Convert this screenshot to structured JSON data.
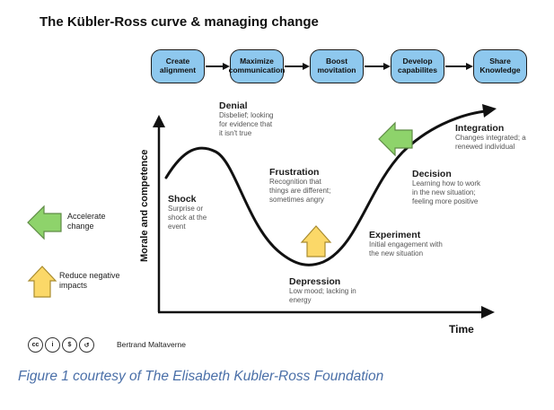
{
  "title": "The Kübler-Ross curve & managing change",
  "steps": [
    {
      "label": "Create alignment"
    },
    {
      "label": "Maximize communication"
    },
    {
      "label": "Boost movitation"
    },
    {
      "label": "Develop capabilites"
    },
    {
      "label": "Share Knowledge"
    }
  ],
  "axes": {
    "y_label": "Morale and competence",
    "x_label": "Time"
  },
  "stages": {
    "shock": {
      "title": "Shock",
      "desc": "Surprise or shock at the event"
    },
    "denial": {
      "title": "Denial",
      "desc": "Disbelief; looking for evidence that it isn't true"
    },
    "frustration": {
      "title": "Frustration",
      "desc": "Recognition that things are different; sometimes angry"
    },
    "depression": {
      "title": "Depression",
      "desc": "Low mood; lacking in energy"
    },
    "experiment": {
      "title": "Experiment",
      "desc": "Initial engagement with the new situation"
    },
    "decision": {
      "title": "Decision",
      "desc": "Learning how to work in the new situation; feeling more positive"
    },
    "integration": {
      "title": "Integration",
      "desc": "Changes integrated; a renewed individual"
    }
  },
  "legend": {
    "accelerate": "Accelerate change",
    "reduce": "Reduce negative impacts"
  },
  "colors": {
    "step_fill": "#8ec8ee",
    "green_arrow": "#8ed36b",
    "yellow_arrow": "#fbd868",
    "caption": "#4a6fa8"
  },
  "credit": {
    "icons": [
      "cc-icon",
      "by-icon",
      "nc-icon",
      "sa-icon"
    ],
    "cc": "cc",
    "by": "i",
    "nc": "$",
    "sa": "↺",
    "author": "Bertrand Maltaverne"
  },
  "caption": "Figure 1 courtesy of The Elisabeth Kubler-Ross Foundation"
}
